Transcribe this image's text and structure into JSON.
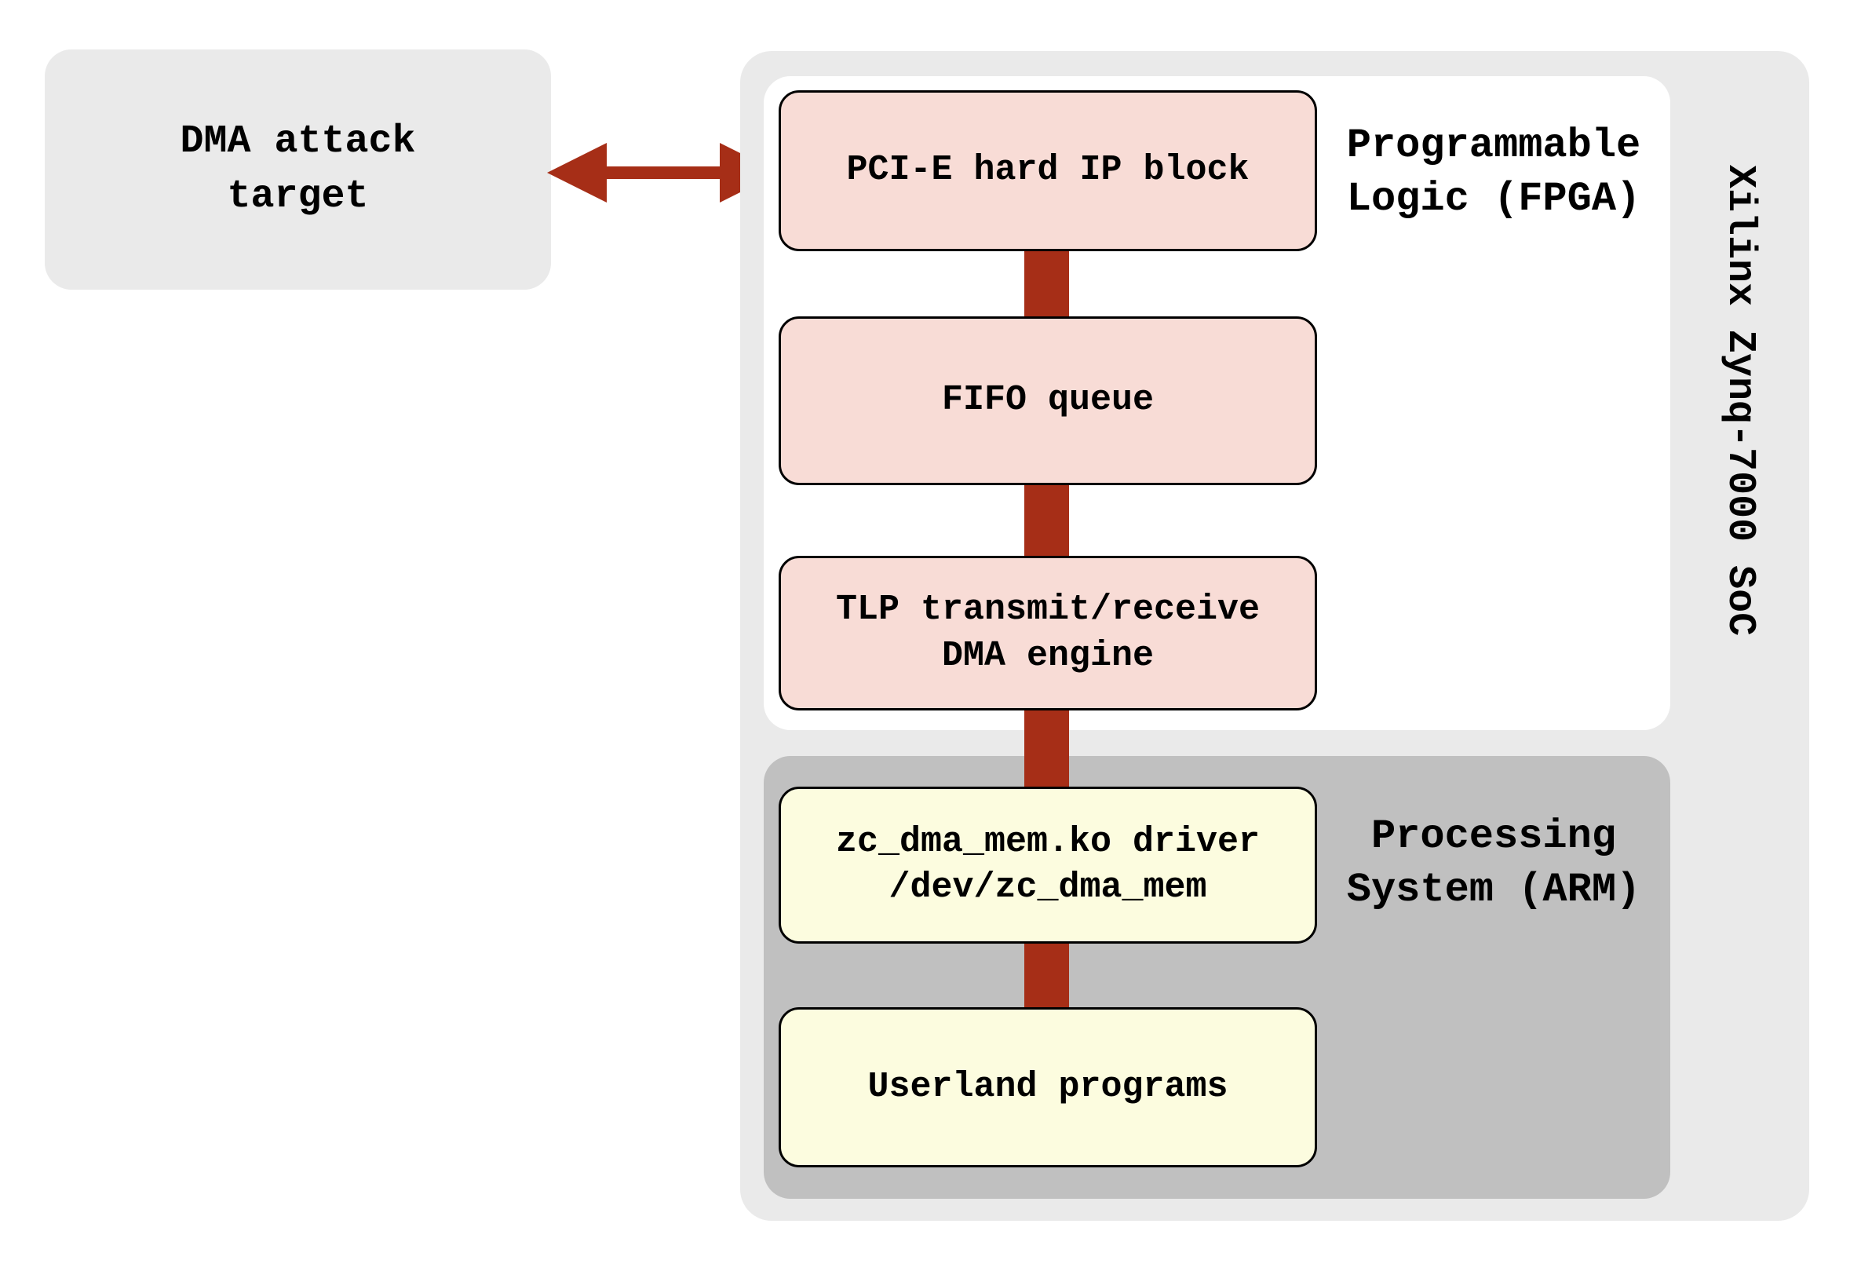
{
  "diagram": {
    "title_hint": "DMA attack platform architecture",
    "target_box": {
      "label": "DMA attack\ntarget"
    },
    "arrow": {
      "type": "bidirectional",
      "from": "DMA attack target",
      "to": "PCI-E hard IP block"
    },
    "soc": {
      "label": "Xilinx Zynq-7000 SoC",
      "fpga_region": {
        "label": "Programmable\nLogic (FPGA)",
        "blocks": [
          {
            "label": "PCI-E hard IP block"
          },
          {
            "label": "FIFO queue"
          },
          {
            "label": "TLP transmit/receive\nDMA engine"
          }
        ]
      },
      "ps_region": {
        "label": "Processing\nSystem (ARM)",
        "blocks": [
          {
            "label": "zc_dma_mem.ko driver\n/dev/zc_dma_mem"
          },
          {
            "label": "Userland programs"
          }
        ]
      }
    },
    "colors": {
      "arrow_red": "#a62e17",
      "block_pink": "#f8dcd6",
      "block_yellow": "#fcfcdf",
      "region_gray": "#c0c0c0",
      "outer_gray": "#eaeaea",
      "border_black": "#000000",
      "text_black": "#000000"
    }
  }
}
